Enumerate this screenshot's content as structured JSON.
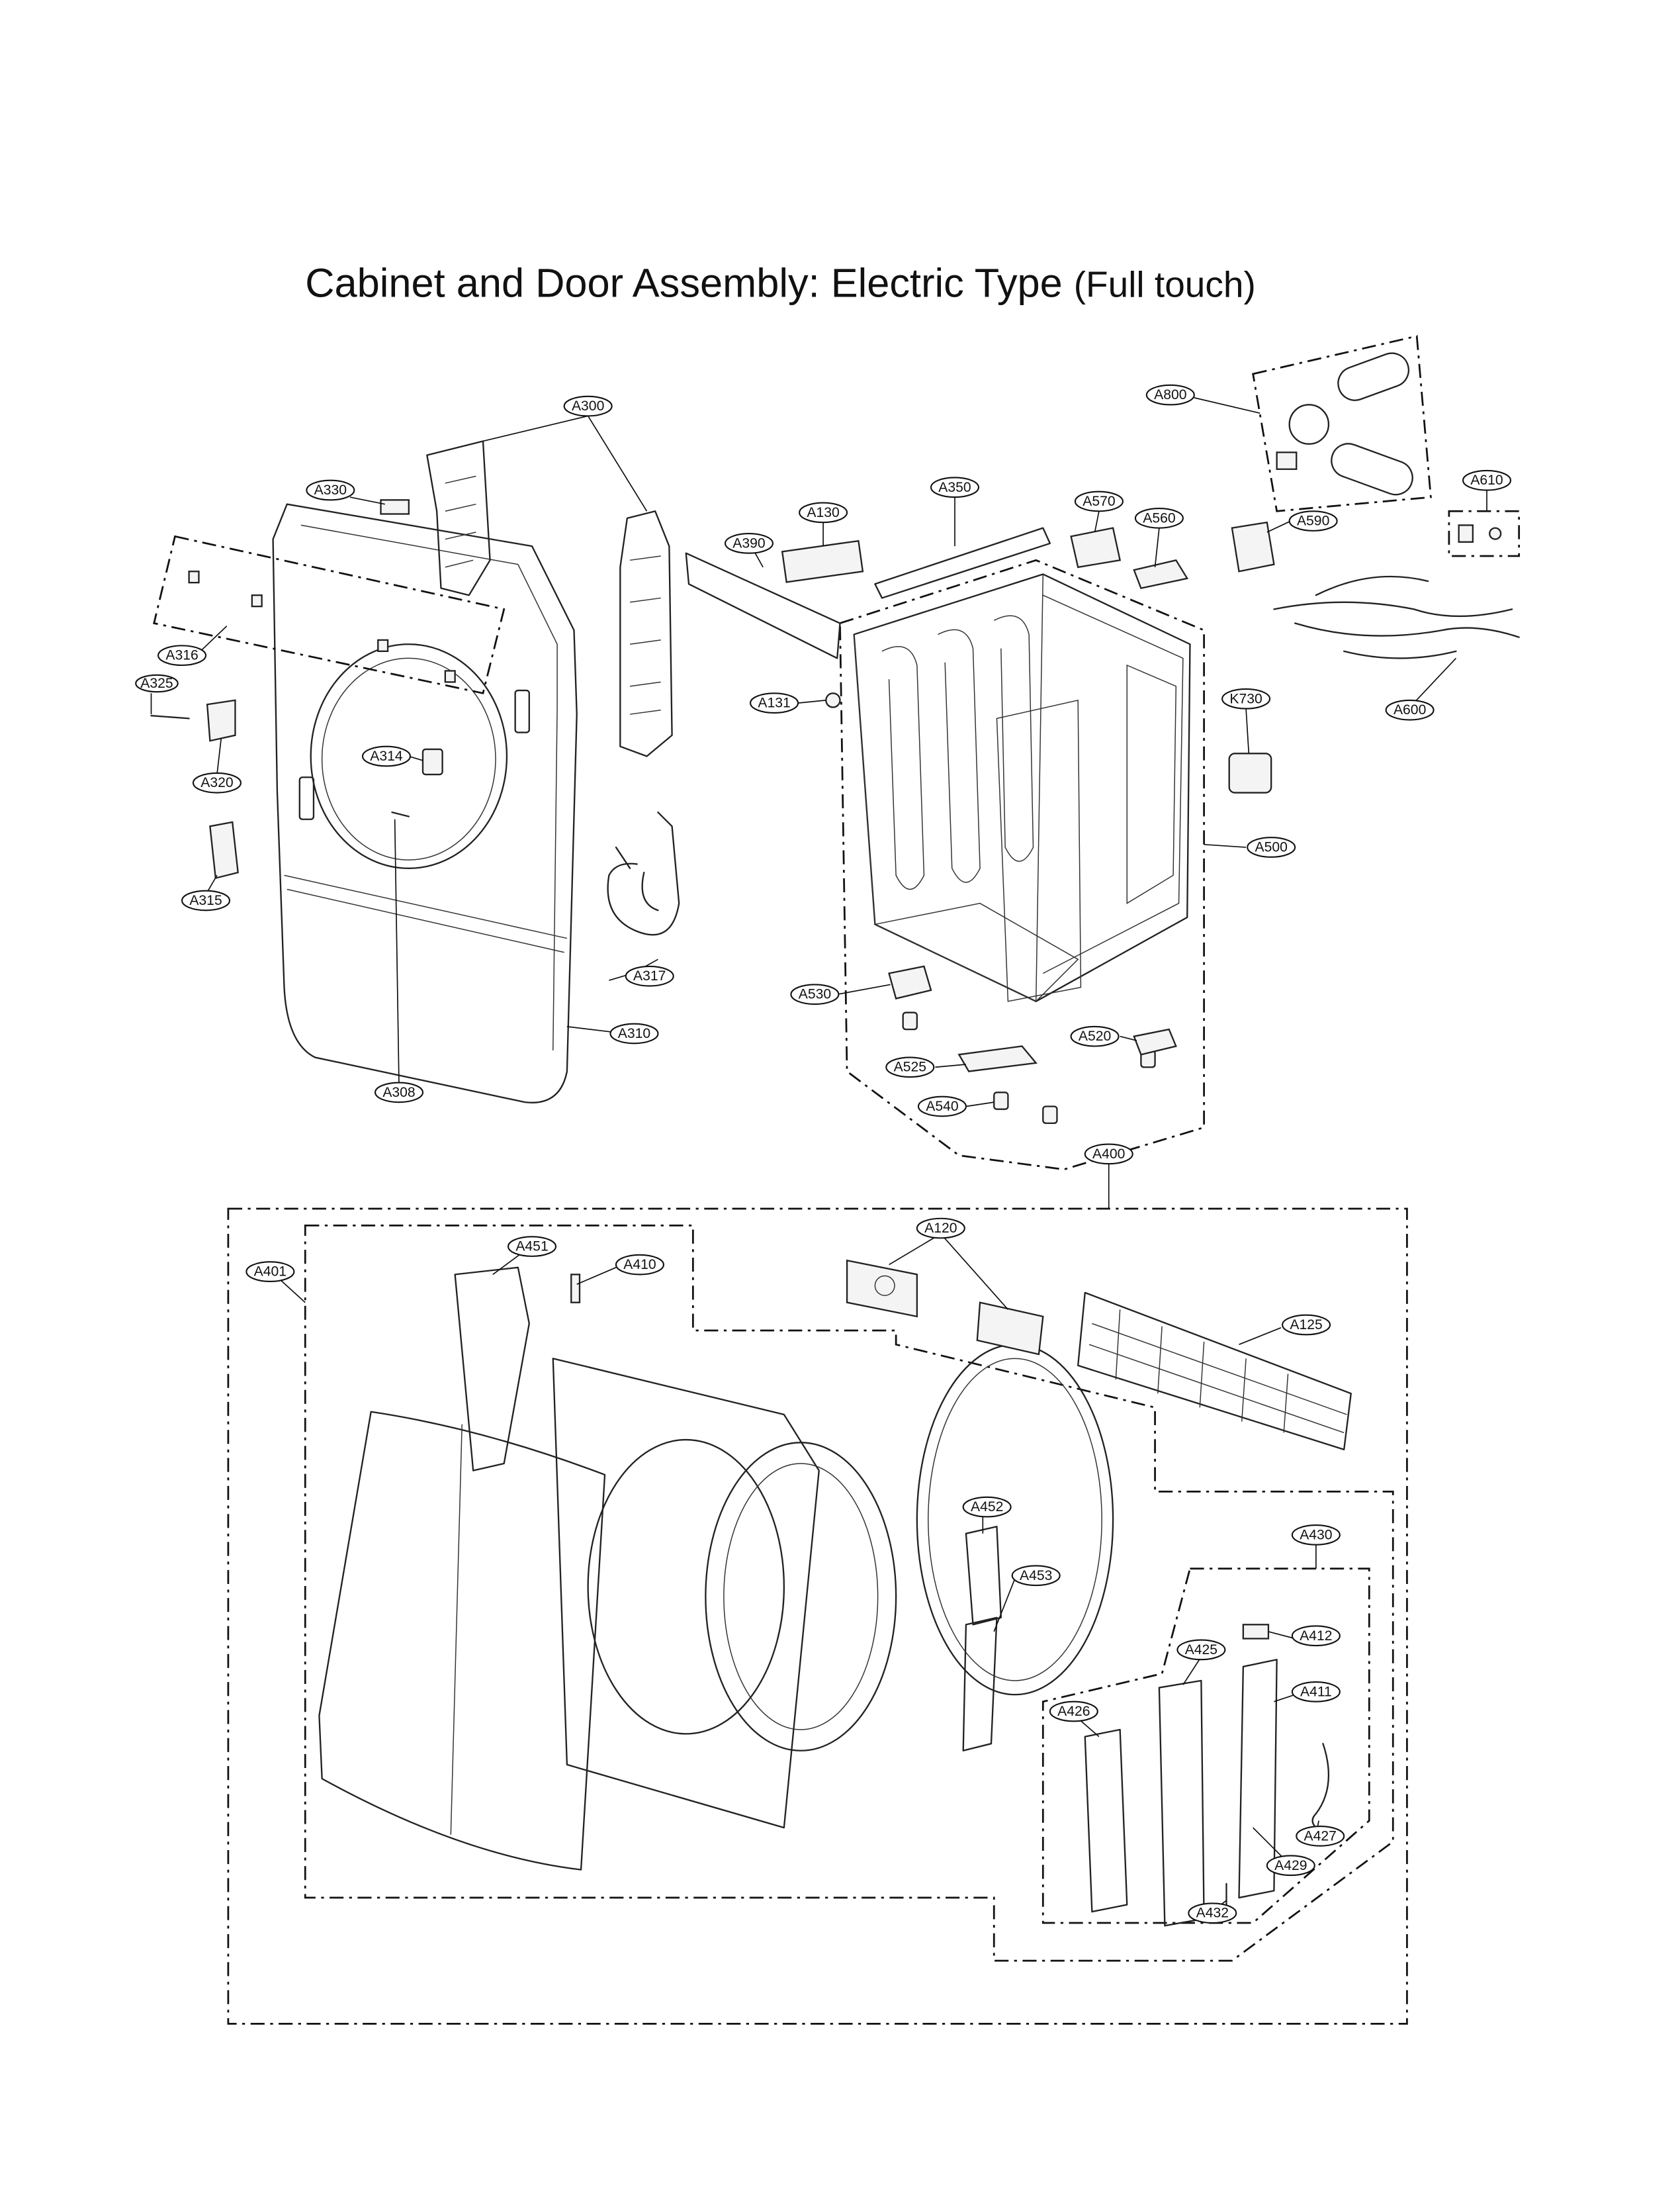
{
  "title": "Cabinet and Door Assembly: Electric Type",
  "title_suffix": "(Full touch)",
  "callouts": [
    {
      "id": "A300",
      "label": "A300"
    },
    {
      "id": "A330",
      "label": "A330"
    },
    {
      "id": "A316",
      "label": "A316"
    },
    {
      "id": "A325",
      "label": "A325"
    },
    {
      "id": "A320",
      "label": "A320"
    },
    {
      "id": "A314",
      "label": "A314"
    },
    {
      "id": "A315",
      "label": "A315"
    },
    {
      "id": "A317",
      "label": "A317"
    },
    {
      "id": "A310",
      "label": "A310"
    },
    {
      "id": "A308",
      "label": "A308"
    },
    {
      "id": "A390",
      "label": "A390"
    },
    {
      "id": "A130",
      "label": "A130"
    },
    {
      "id": "A350",
      "label": "A350"
    },
    {
      "id": "A570",
      "label": "A570"
    },
    {
      "id": "A560",
      "label": "A560"
    },
    {
      "id": "A800",
      "label": "A800"
    },
    {
      "id": "A590",
      "label": "A590"
    },
    {
      "id": "A610",
      "label": "A610"
    },
    {
      "id": "A600",
      "label": "A600"
    },
    {
      "id": "A131",
      "label": "A131"
    },
    {
      "id": "K730",
      "label": "K730"
    },
    {
      "id": "A500",
      "label": "A500"
    },
    {
      "id": "A530",
      "label": "A530"
    },
    {
      "id": "A520",
      "label": "A520"
    },
    {
      "id": "A525",
      "label": "A525"
    },
    {
      "id": "A540",
      "label": "A540"
    },
    {
      "id": "A400",
      "label": "A400"
    },
    {
      "id": "A401",
      "label": "A401"
    },
    {
      "id": "A451",
      "label": "A451"
    },
    {
      "id": "A410",
      "label": "A410"
    },
    {
      "id": "A120",
      "label": "A120"
    },
    {
      "id": "A125",
      "label": "A125"
    },
    {
      "id": "A452",
      "label": "A452"
    },
    {
      "id": "A453",
      "label": "A453"
    },
    {
      "id": "A430",
      "label": "A430"
    },
    {
      "id": "A412",
      "label": "A412"
    },
    {
      "id": "A425",
      "label": "A425"
    },
    {
      "id": "A411",
      "label": "A411"
    },
    {
      "id": "A426",
      "label": "A426"
    },
    {
      "id": "A427",
      "label": "A427"
    },
    {
      "id": "A429",
      "label": "A429"
    },
    {
      "id": "A432",
      "label": "A432"
    }
  ]
}
